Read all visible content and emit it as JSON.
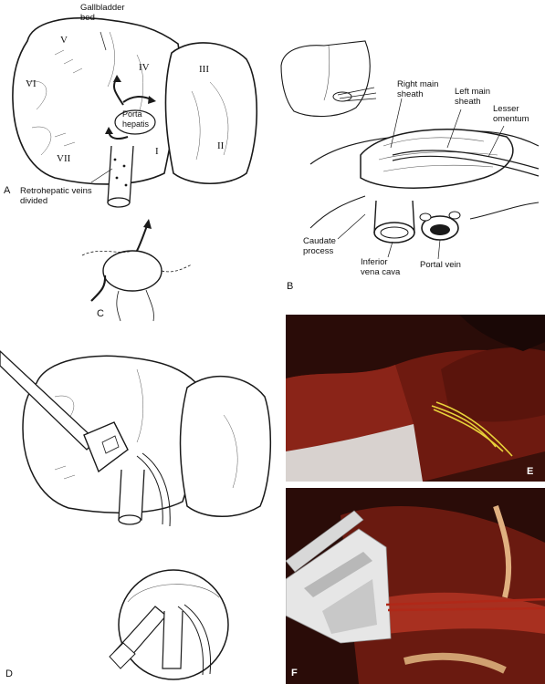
{
  "panels": {
    "a": {
      "letter": "A",
      "labels": {
        "gallbladder_bed": "Gallbladder\nbed",
        "porta_hepatis": "Porta\nhepatis",
        "retrohepatic": "Retrohepatic veins\ndivided"
      },
      "segments": [
        "V",
        "VI",
        "VII",
        "IV",
        "III",
        "II",
        "I"
      ]
    },
    "b": {
      "letter": "B",
      "labels": {
        "right_main_sheath": "Right main\nsheath",
        "left_main_sheath": "Left main\nsheath",
        "lesser_omentum": "Lesser\nomentum",
        "caudate_process": "Caudate\nprocess",
        "inferior_vena_cava": "Inferior\nvena cava",
        "portal_vein": "Portal vein"
      }
    },
    "c": {
      "letter": "C"
    },
    "d": {
      "letter": "D"
    },
    "e": {
      "letter": "E"
    },
    "f": {
      "letter": "F"
    }
  },
  "colors": {
    "line": "#1a1a1a",
    "photo_tissue": "#7a1a12",
    "photo_dark": "#2a0c08",
    "tape_yellow": "#e8d23a"
  }
}
